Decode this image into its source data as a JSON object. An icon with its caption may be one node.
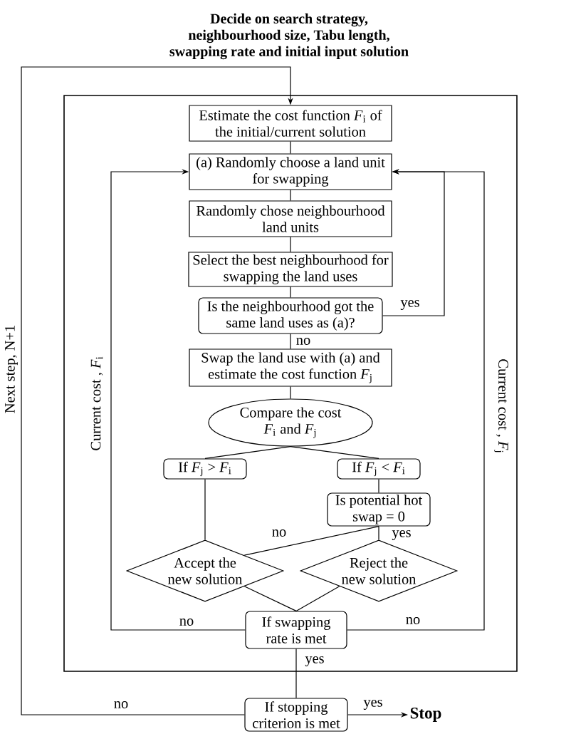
{
  "diagram": {
    "title": "Decide on search strategy, neighbourhood size, Tabu length, swapping rate and initial input solution",
    "nodes": [
      {
        "text": [],
        "shape": "box"
      },
      {
        "text": [
          "Estimate the cost function *F*$_{i}$ of the initial/current solution"
        ],
        "in": 0
      },
      {
        "text": [
          "(a) Randomly choose a land unit for swapping"
        ],
        "in": 0
      },
      {
        "text": [
          "Randomly chose neighbourhood land units"
        ],
        "in": 0
      },
      {
        "text": [
          "Select the best neighbourhood for swapping the land uses"
        ],
        "in": 0
      },
      {
        "text": [
          "Is the neighbourhood got the same land uses as (a)?"
        ],
        "in": 0
      },
      {
        "text": [
          "Swap the land use with (a) and estimate the cost function *F*$_{j}$"
        ],
        "in": 0
      },
      {
        "text": [
          "Compare the cost *F*$_{i}$ and *F*$_{j}$"
        ],
        "in": 0
      },
      {
        "text": [
          "If *F*$_{j}$ > *F*$_{i}$"
        ],
        "in": 0
      },
      {
        "text": [
          "If *F*$_{j}$ < *F*$_{i}$"
        ],
        "in": 0
      },
      {
        "text": [
          "Is potential hot swap = 0"
        ],
        "in": 0
      },
      {
        "text": [
          "Accept the new solution"
        ],
        "in": 0
      },
      {
        "text": [
          "Reject the new solution"
        ],
        "in": 0
      },
      {
        "text": [
          "If swapping rate is met"
        ],
        "in": 0
      },
      {
        "text": [
          "If stopping criterion is met"
        ]
      },
      {
        "text": [
          "Stop"
        ]
      }
    ],
    "edges": [
      {
        "from": 1,
        "to": 2,
        "arrow": "none"
      },
      {
        "from": 2,
        "to": 3,
        "arrow": "none"
      },
      {
        "from": 3,
        "to": 4,
        "arrow": "none"
      },
      {
        "from": 4,
        "to": 5,
        "arrow": "none"
      },
      {
        "from": 5,
        "to": 2,
        "arrow": "to",
        "label": "yes"
      },
      {
        "from": 5,
        "to": 6,
        "arrow": "none",
        "label": "no"
      },
      {
        "from": 6,
        "to": 7,
        "arrow": "none"
      },
      {
        "from": 7,
        "to": 8,
        "arrow": "none"
      },
      {
        "from": 7,
        "to": 9,
        "arrow": "none"
      },
      {
        "from": 8,
        "to": 11,
        "arrow": "none"
      },
      {
        "from": 9,
        "to": 10,
        "arrow": "none"
      },
      {
        "from": 10,
        "to": 11,
        "arrow": "none",
        "label": "no"
      },
      {
        "from": 10,
        "to": 12,
        "arrow": "none",
        "label": "yes"
      },
      {
        "from": 11,
        "to": 13,
        "arrow": "none"
      },
      {
        "from": 12,
        "to": 13,
        "arrow": "none"
      },
      {
        "from": 13,
        "to": 2,
        "arrow": "to",
        "label": "no"
      },
      {
        "from": 13,
        "to": 2,
        "arrow": "to",
        "label": "no"
      },
      {
        "from": 13,
        "to": 14,
        "arrow": "none",
        "label": "yes"
      },
      {
        "from": 14,
        "to": 15,
        "arrow": "to",
        "label": "yes"
      },
      {
        "from": 14,
        "to": 1,
        "arrow": "to",
        "label": "no"
      }
    ],
    "labels": [
      "Next step, N+1",
      "Current cost , *F*$_{i}$",
      "Current cost , *F*$_{j}$"
    ]
  }
}
